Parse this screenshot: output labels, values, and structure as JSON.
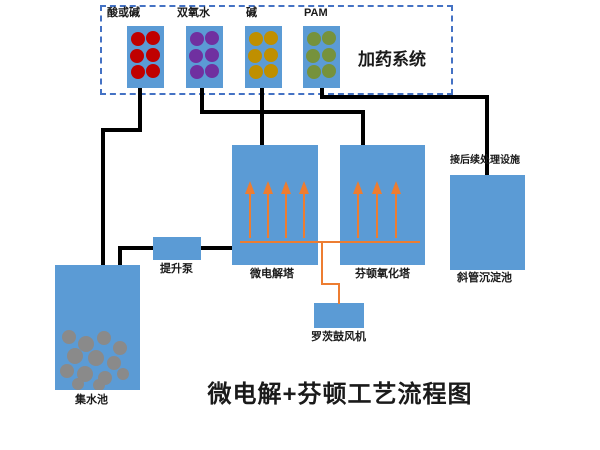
{
  "title": "微电解+芬顿工艺流程图",
  "dosing_system": {
    "label": "加药系统",
    "tanks": [
      {
        "label": "酸或碱",
        "dot_color": "#c00000"
      },
      {
        "label": "双氧水",
        "dot_color": "#7030a0"
      },
      {
        "label": "碱",
        "dot_color": "#bf8f00"
      },
      {
        "label": "PAM",
        "dot_color": "#76923c"
      }
    ]
  },
  "units": {
    "collection_tank": "集水池",
    "lift_pump": "提升泵",
    "micro_electrolysis_tower": "微电解塔",
    "fenton_oxidation_tower": "芬顿氧化塔",
    "inclined_tube_sedimentation_tank": "斜管沉淀池",
    "roots_blower": "罗茨鼓风机",
    "downstream_note": "接后续处理设施"
  },
  "colors": {
    "tank_blue": "#5b9bd5",
    "pipe_black": "#000000",
    "air_orange": "#ed7d31",
    "dashed_border_blue": "#4472c4",
    "sludge_gray": "#8a8a8a",
    "label_text": "#1a1a1a"
  }
}
